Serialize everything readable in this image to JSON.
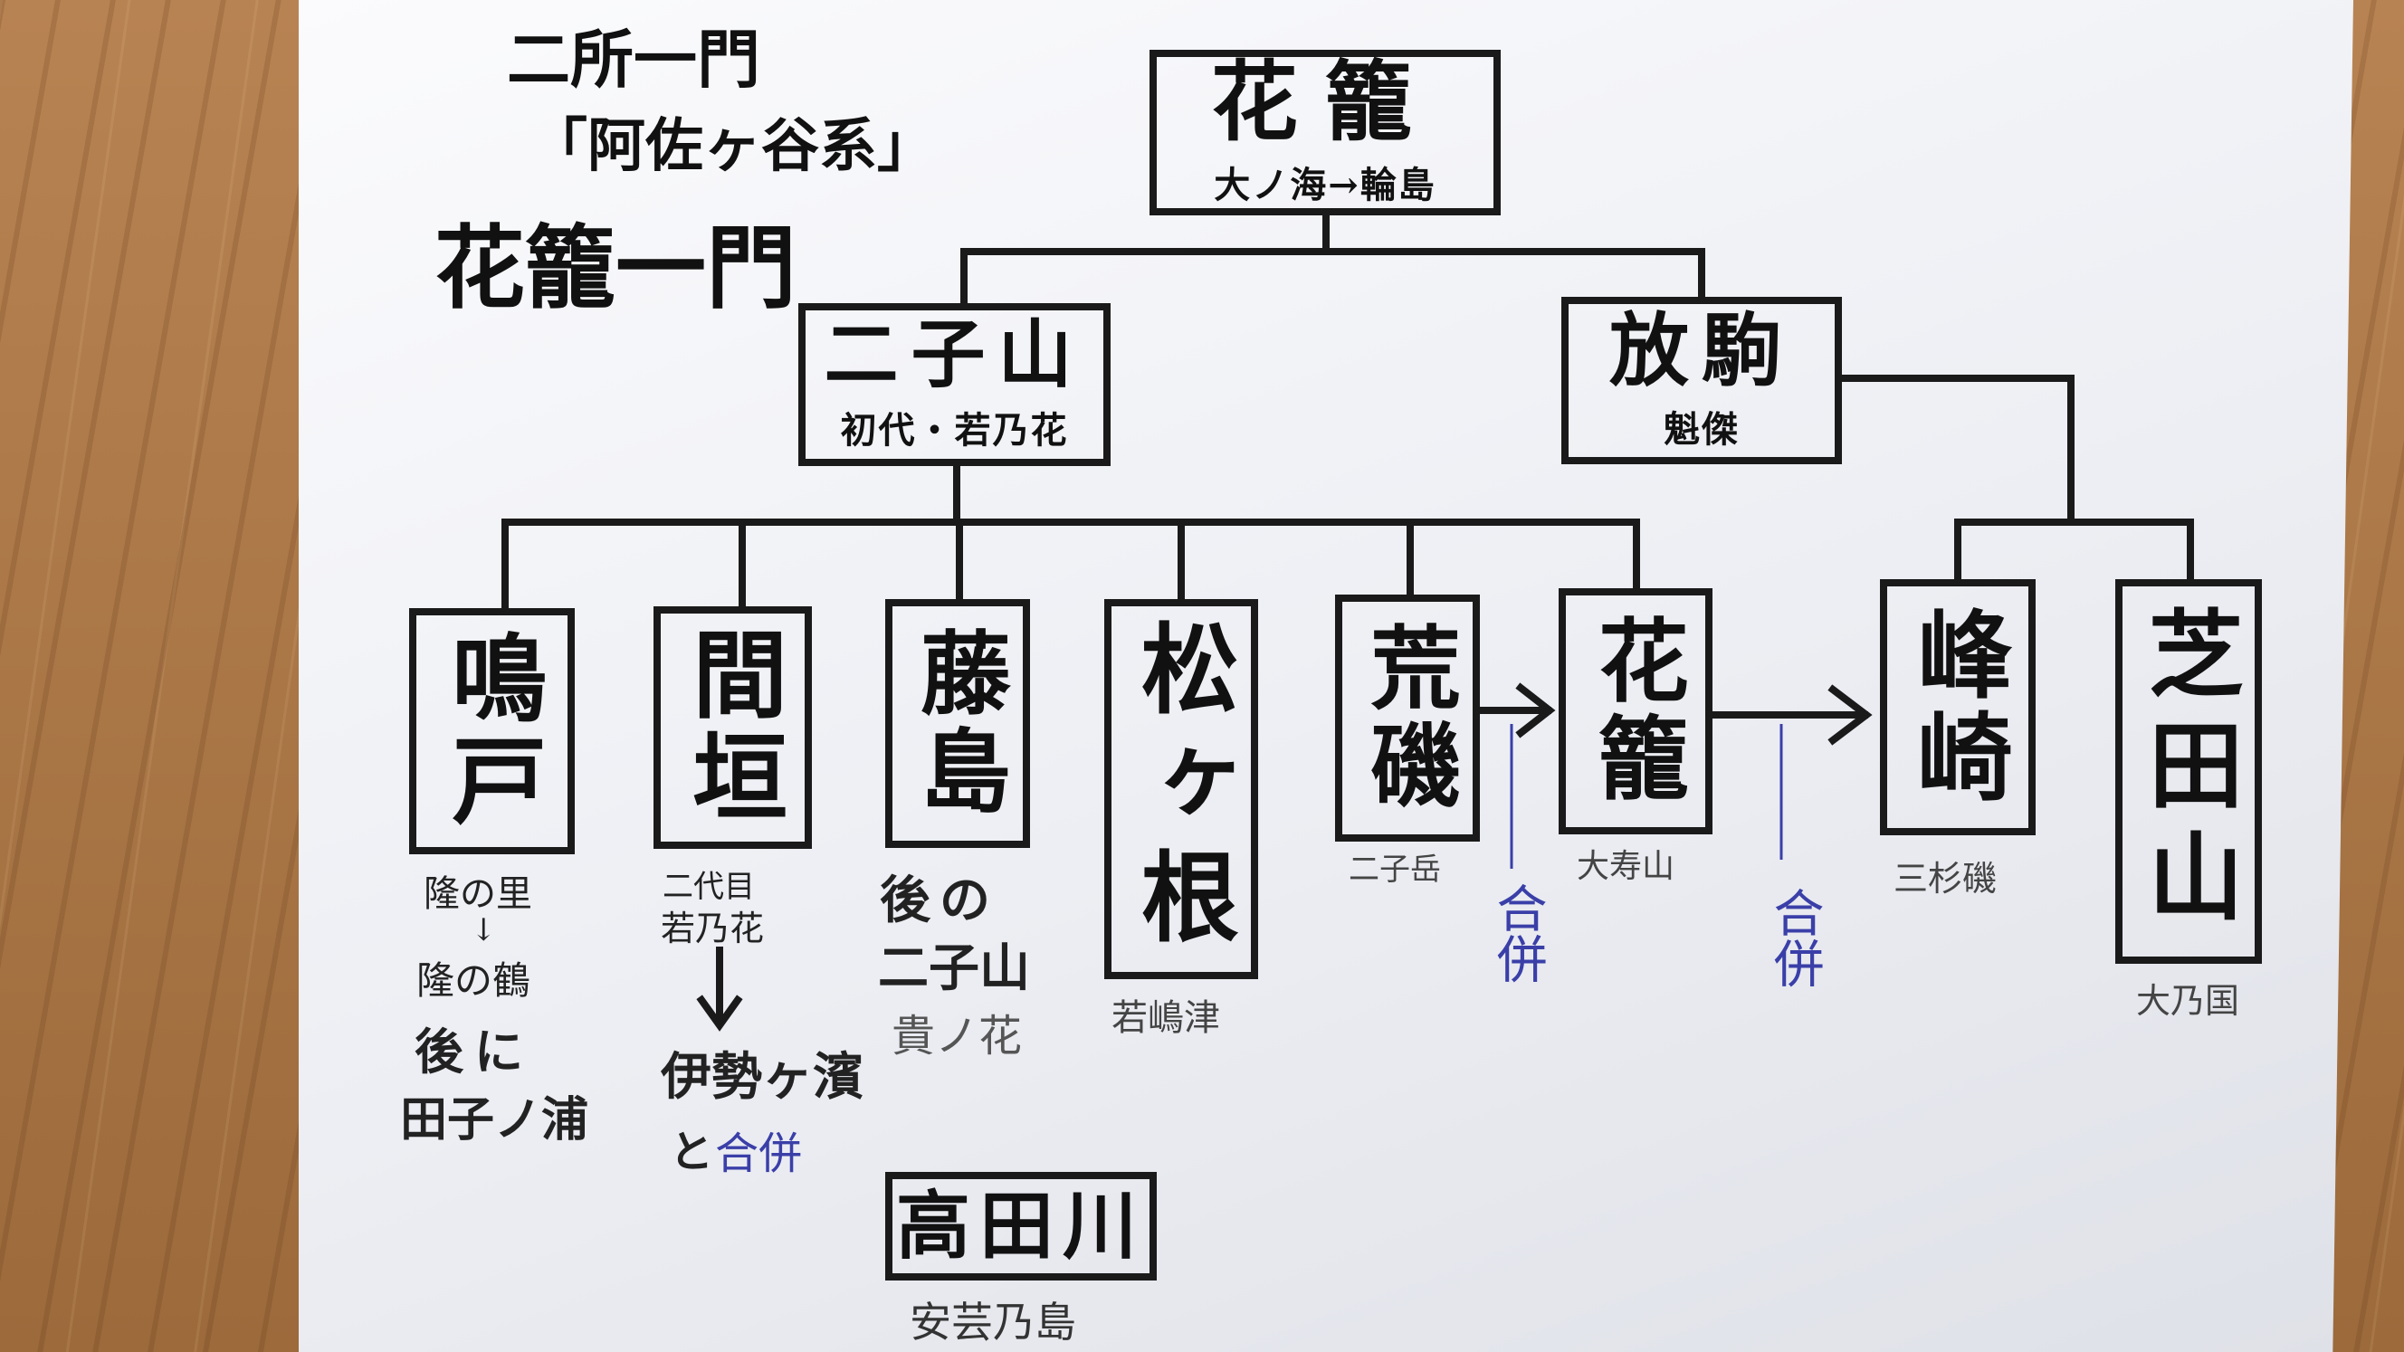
{
  "header": {
    "line1": "二所一門",
    "line2": "「阿佐ヶ谷系」",
    "line3": "花籠一門"
  },
  "boxes": {
    "hanakago_top": {
      "name": "花籠",
      "sub": "大ノ海→輪島"
    },
    "futagoyama": {
      "name": "二子山",
      "sub": "初代・若乃花"
    },
    "hanaregoma": {
      "name": "放駒",
      "sub": "魁傑"
    },
    "naruto": {
      "name": "鳴戸"
    },
    "magaki": {
      "name": "間垣"
    },
    "fujishima": {
      "name": "藤島"
    },
    "matsugane": {
      "name": "松ヶ根"
    },
    "araiso": {
      "name": "荒磯"
    },
    "hanakago_mid": {
      "name": "花籠"
    },
    "minezaki": {
      "name": "峰崎"
    },
    "shibatayama": {
      "name": "芝田山"
    },
    "takadagawa": {
      "name": "高田川"
    }
  },
  "notes": {
    "naruto_1": "隆の里",
    "naruto_arrow": "↓",
    "naruto_2": "隆の鶴",
    "naruto_3": "後に",
    "naruto_4": "田子ノ浦",
    "magaki_1": "二代目",
    "magaki_2": "若乃花",
    "magaki_arrow": "↓",
    "magaki_3": "伊勢ヶ濱",
    "magaki_4": "と",
    "magaki_merge": "合併",
    "fujishima_1": "後の",
    "fujishima_2": "二子山",
    "fujishima_3": "貴ノ花",
    "matsugane_1": "若嶋津",
    "araiso_1": "二子岳",
    "hanakago_mid_1": "大寿山",
    "minezaki_1": "三杉磯",
    "shibatayama_1": "大乃国",
    "takadagawa_1": "安芸乃島",
    "merge_a": "合併",
    "merge_b": "合併"
  },
  "colors": {
    "ink": "#1a1a1a",
    "blue_ink": "#3a3fa8"
  }
}
